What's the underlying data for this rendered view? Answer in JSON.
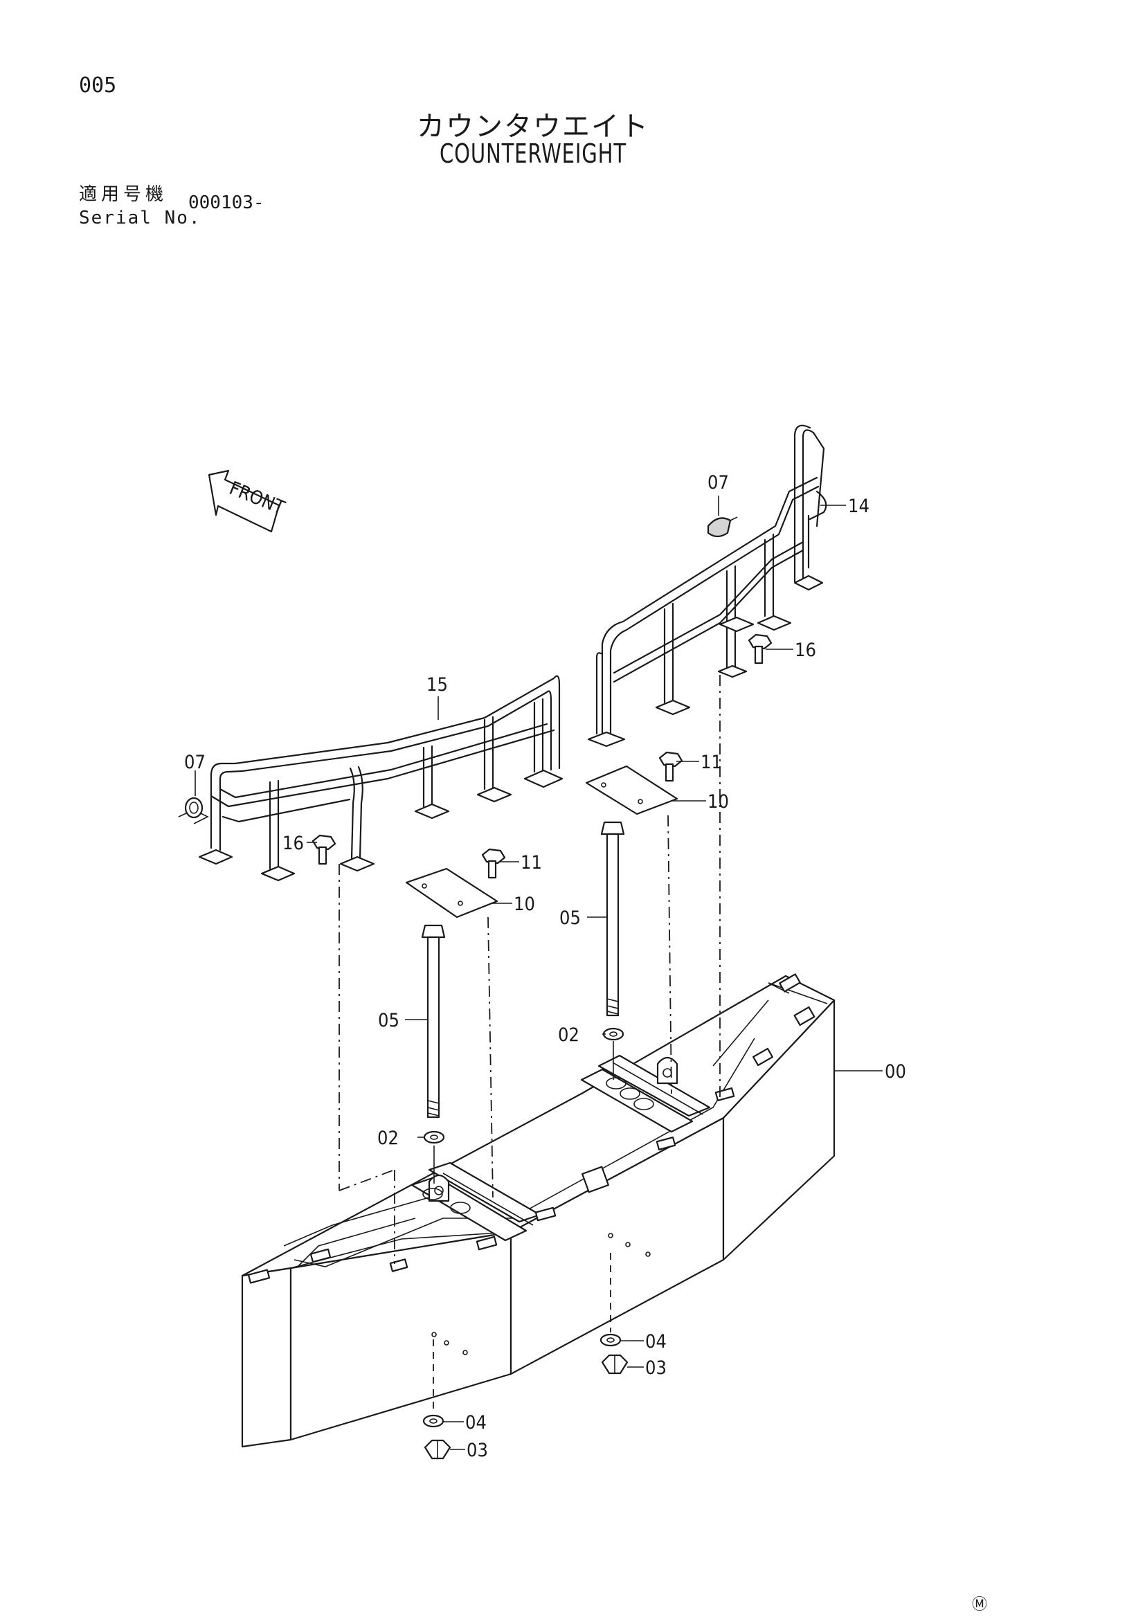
{
  "header": {
    "page_number": "005",
    "title_jp": "カウンタウエイト",
    "title_en": "COUNTERWEIGHT",
    "serial_label_jp": "適用号機",
    "serial_label_en": "Serial No.",
    "serial_value": "000103-"
  },
  "diagram": {
    "direction_label": "FRONT",
    "callouts": [
      {
        "id": "label-07-right",
        "text": "07"
      },
      {
        "id": "label-14",
        "text": "14"
      },
      {
        "id": "label-16-right",
        "text": "16"
      },
      {
        "id": "label-15",
        "text": "15"
      },
      {
        "id": "label-07-left",
        "text": "07"
      },
      {
        "id": "label-11-right",
        "text": "11"
      },
      {
        "id": "label-10-right",
        "text": "10"
      },
      {
        "id": "label-16-left",
        "text": "16"
      },
      {
        "id": "label-11-left",
        "text": "11"
      },
      {
        "id": "label-10-left",
        "text": "10"
      },
      {
        "id": "label-05-right",
        "text": "05"
      },
      {
        "id": "label-05-left",
        "text": "05"
      },
      {
        "id": "label-02-right",
        "text": "02"
      },
      {
        "id": "label-00",
        "text": "00"
      },
      {
        "id": "label-02-left",
        "text": "02"
      },
      {
        "id": "label-04-right",
        "text": "04"
      },
      {
        "id": "label-03-right",
        "text": "03"
      },
      {
        "id": "label-04-left",
        "text": "04"
      },
      {
        "id": "label-03-left",
        "text": "03"
      }
    ]
  },
  "footer": {
    "mark": "Ⓜ"
  }
}
